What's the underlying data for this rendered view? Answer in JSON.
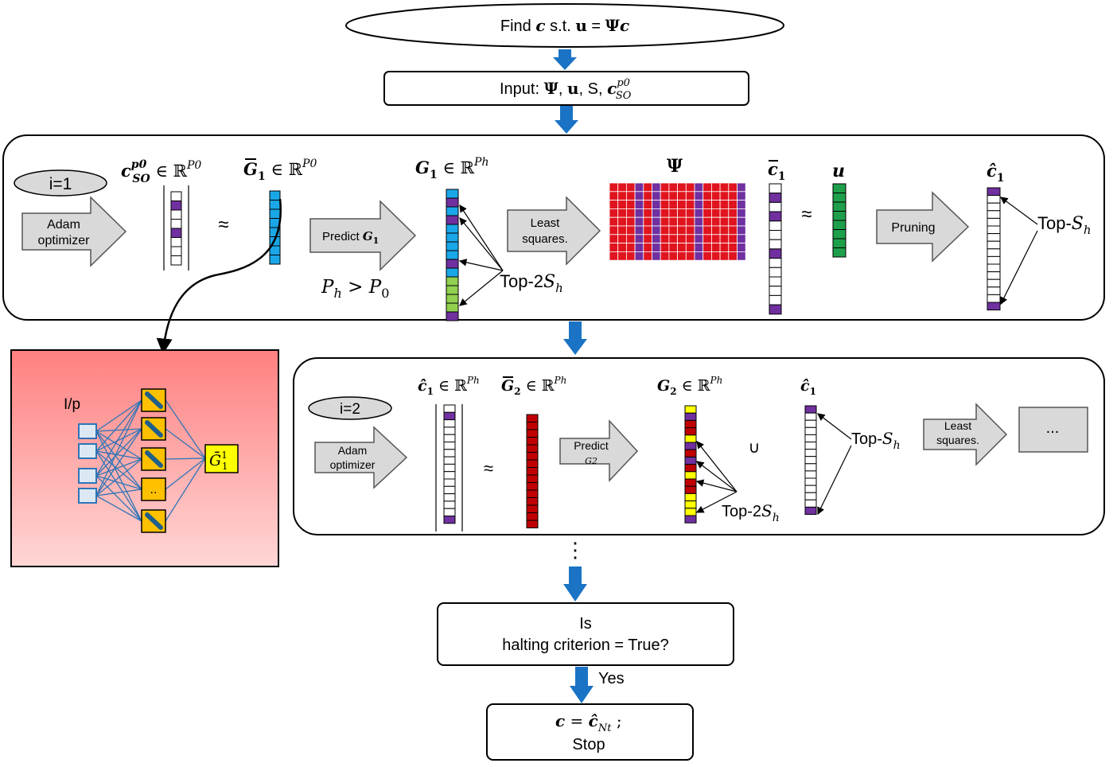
{
  "top": {
    "ellipse": {
      "pre": "Find ",
      "c1": "c",
      "mid": " s.t. ",
      "u": "u",
      "eq": " = ",
      "psi": "Ψ",
      "c2": "c"
    },
    "input_box": {
      "label": "Input: ",
      "psi": "Ψ",
      "sep1": ", ",
      "u": "u",
      "sep2": ", S, ",
      "c": "c",
      "sup": "p0",
      "sub": "SO"
    }
  },
  "row1": {
    "iteration": "i=1",
    "adam": [
      "Adam",
      "optimizer"
    ],
    "c_so": {
      "c": "c",
      "sub": "SO",
      "sup": "p0",
      "rel": " ∈ ℝ",
      "exp": "P0"
    },
    "approx": "≈",
    "g1_bar": {
      "g": "G",
      "idx": "1",
      "rel": " ∈ ℝ",
      "exp": "P0"
    },
    "predict": {
      "text": "Predict ",
      "g": "G",
      "idx": "1"
    },
    "ph_gt": {
      "p": "P",
      "h": "h",
      "gt": " > ",
      "p2": "P",
      "zero": "0"
    },
    "g1": {
      "g": "G",
      "idx": "1",
      "rel": " ∈ ℝ",
      "exp": "Ph"
    },
    "top2s": {
      "pre": "Top-2",
      "s": "S",
      "h": "h"
    },
    "least": [
      "Least",
      "squares."
    ],
    "psi": "Ψ",
    "c1_bar": {
      "c": "c",
      "idx": "1"
    },
    "approx2": "≈",
    "u": "u",
    "pruning": "Pruning",
    "c1_hat": {
      "c": "ĉ",
      "idx": "1"
    },
    "tops": {
      "pre": "Top-",
      "s": "S",
      "h": "h"
    }
  },
  "network": {
    "input_label": "I/p",
    "dots": "..",
    "output": {
      "g": "Ḡ",
      "sup": "1",
      "sub": "1"
    }
  },
  "row2": {
    "iteration": "i=2",
    "adam": [
      "Adam",
      "optimizer"
    ],
    "c1_hat": {
      "c": "ĉ",
      "idx": "1",
      "rel": " ∈ ℝ",
      "exp": "Ph"
    },
    "g2_bar": {
      "g": "G",
      "idx": "2",
      "rel": " ∈ ℝ",
      "exp": "Ph"
    },
    "approx": "≈",
    "predict": [
      "Predict",
      "G2"
    ],
    "g2": {
      "g": "G",
      "idx": "2",
      "rel": " ∈ ℝ",
      "exp": "Ph"
    },
    "union": "∪",
    "c1_hat2": {
      "c": "ĉ",
      "idx": "1"
    },
    "top2s": {
      "pre": "Top-2",
      "s": "S",
      "h": "h"
    },
    "tops": {
      "pre": "Top-",
      "s": "S",
      "h": "h"
    },
    "least": [
      "Least",
      "squares."
    ],
    "ellipsis": "..."
  },
  "vdots": "⋮",
  "halt": {
    "line1": "Is",
    "line2": "halting criterion = True?"
  },
  "yes": "Yes",
  "stop": {
    "c": "c",
    "eq": " = ",
    "chat": "ĉ",
    "sub": "Nt",
    "semi": " ;",
    "line2": "Stop"
  },
  "colors": {
    "arrow_blue": "#1a73c4",
    "cyan": "#1aa7e8",
    "purple": "#7030a0",
    "green_light": "#92d050",
    "red": "#e0141e",
    "dark_red": "#c00000",
    "green": "#1ea04a",
    "yellow": "#ffff00",
    "gold": "#ffc000",
    "neuron_blue": "#1f5f8a",
    "network_top": "#ff8080",
    "network_bottom": "#ffd6d6"
  }
}
